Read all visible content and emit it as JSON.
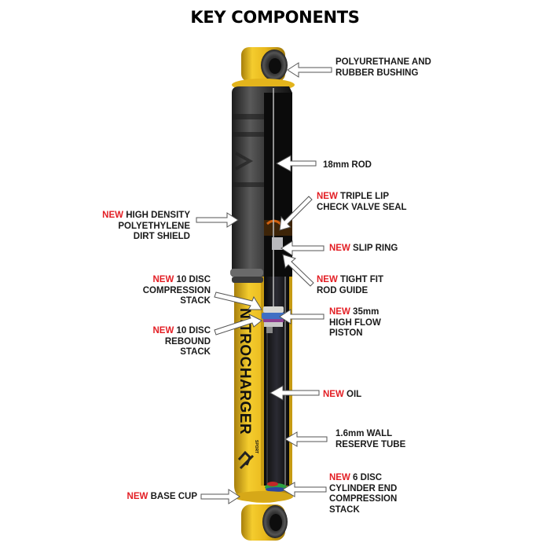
{
  "title": "KEY COMPONENTS",
  "new_tag": "NEW",
  "colors": {
    "new_tag": "#e31e24",
    "body_yellow": "#e8b820",
    "dirt_shield": "#2a2a2a",
    "label_text": "#1a1a1a"
  },
  "product": {
    "brand_text": "NITROCHARGER",
    "sub_text": "SPORT"
  },
  "labels": [
    {
      "id": "bushing",
      "is_new": false,
      "lines": [
        "POLYURETHANE AND",
        "RUBBER BUSHING"
      ]
    },
    {
      "id": "rod",
      "is_new": false,
      "lines": [
        "18mm ROD"
      ]
    },
    {
      "id": "check-valve-seal",
      "is_new": true,
      "lines": [
        "TRIPLE LIP",
        "CHECK VALVE SEAL"
      ]
    },
    {
      "id": "dirt-shield",
      "is_new": true,
      "lines": [
        "HIGH DENSITY",
        "POLYETHYLENE",
        "DIRT SHIELD"
      ]
    },
    {
      "id": "slip-ring",
      "is_new": true,
      "lines": [
        "SLIP RING"
      ]
    },
    {
      "id": "rod-guide",
      "is_new": true,
      "lines": [
        "TIGHT FIT",
        "ROD GUIDE"
      ]
    },
    {
      "id": "compression-stack",
      "is_new": true,
      "lines": [
        "10 DISC",
        "COMPRESSION",
        "STACK"
      ]
    },
    {
      "id": "piston",
      "is_new": true,
      "lines": [
        "35mm",
        "HIGH FLOW",
        "PISTON"
      ]
    },
    {
      "id": "rebound-stack",
      "is_new": true,
      "lines": [
        "10 DISC",
        "REBOUND",
        "STACK"
      ]
    },
    {
      "id": "oil",
      "is_new": true,
      "lines": [
        "OIL"
      ]
    },
    {
      "id": "reserve-tube",
      "is_new": false,
      "lines": [
        "1.6mm WALL",
        "RESERVE TUBE"
      ]
    },
    {
      "id": "cylinder-end-stack",
      "is_new": true,
      "lines": [
        "6 DISC",
        "CYLINDER END",
        "COMPRESSION",
        "STACK"
      ]
    },
    {
      "id": "base-cup",
      "is_new": true,
      "lines": [
        "BASE CUP"
      ]
    }
  ]
}
